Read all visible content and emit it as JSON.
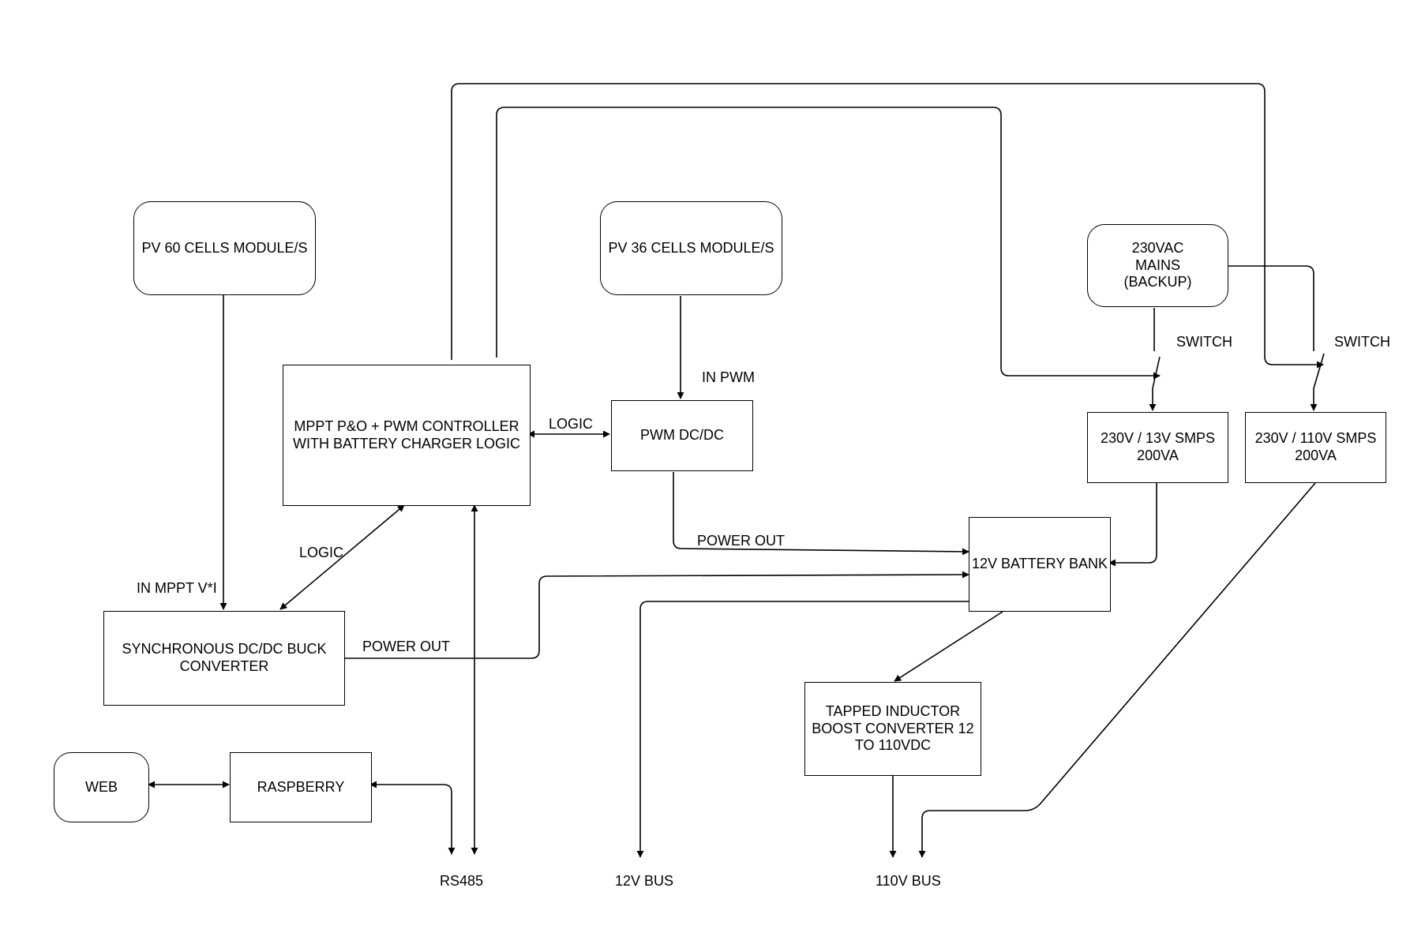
{
  "blocks": {
    "pv60": "PV 60 CELLS MODULE/S",
    "pv36": "PV 36 CELLS MODULE/S",
    "mains": "230VAC\nMAINS\n(BACKUP)",
    "controller": "MPPT P&O + PWM CONTROLLER\nWITH BATTERY CHARGER LOGIC",
    "pwm": "PWM DC/DC",
    "smps13": "230V / 13V SMPS\n200VA",
    "smps110": "230V / 110V SMPS\n200VA",
    "battery": "12V BATTERY BANK",
    "buck": "SYNCHRONOUS DC/DC BUCK\nCONVERTER",
    "boost": "TAPPED INDUCTOR\nBOOST CONVERTER 12\nTO 110VDC",
    "web": "WEB",
    "raspberry": "RASPBERRY"
  },
  "labels": {
    "in_pwm": "IN PWM",
    "logic_pwm": "LOGIC",
    "switch_13": "SWITCH",
    "switch_110": "SWITCH",
    "power_out_pwm": "POWER OUT",
    "logic_buck": "LOGIC",
    "in_mppt": "IN MPPT V*I",
    "power_out_buck": "POWER OUT",
    "rs485": "RS485",
    "bus_12v": "12V BUS",
    "bus_110v": "110V BUS"
  }
}
